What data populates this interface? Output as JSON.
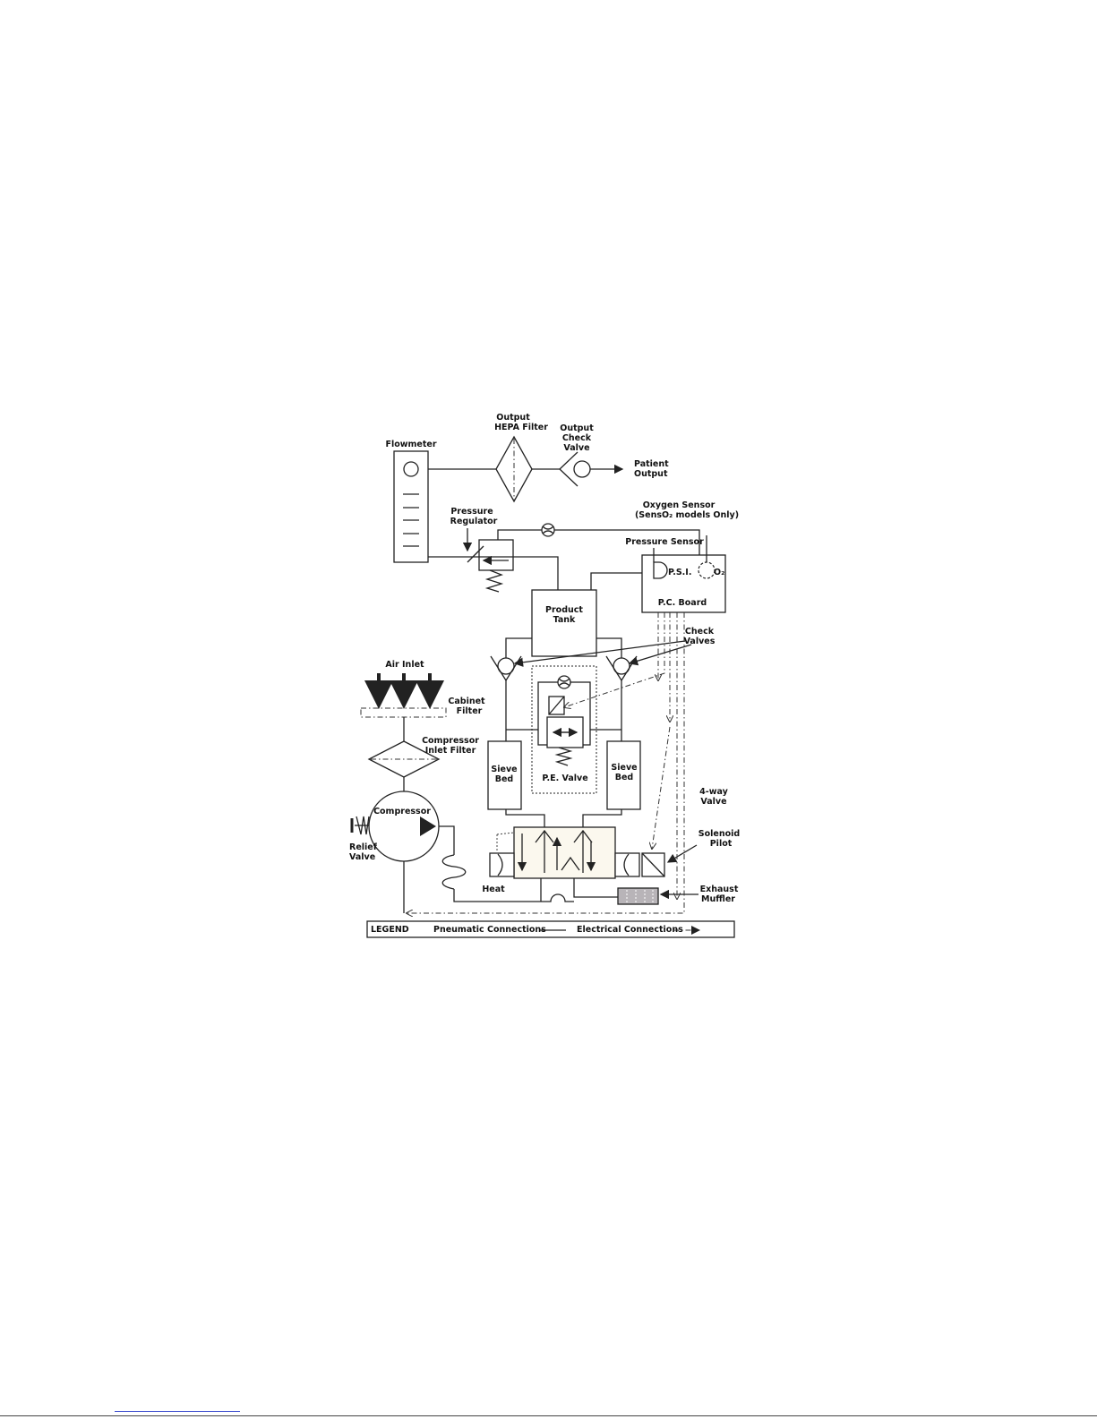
{
  "diagram": {
    "labels": {
      "output_hepa_1": "Output",
      "output_hepa_2": "HEPA Filter",
      "output_check_1": "Output",
      "output_check_2": "Check",
      "output_check_3": "Valve",
      "flowmeter": "Flowmeter",
      "patient_output_1": "Patient",
      "patient_output_2": "Output",
      "oxygen_sensor_1": "Oxygen Sensor",
      "oxygen_sensor_2": "(SensO₂ models Only)",
      "pressure_regulator_1": "Pressure",
      "pressure_regulator_2": "Regulator",
      "pressure_sensor": "Pressure Sensor",
      "psi": "P.S.I.",
      "o2": "O₂",
      "pc_board": "P.C. Board",
      "product_tank_1": "Product",
      "product_tank_2": "Tank",
      "check_valves_1": "Check",
      "check_valves_2": "Valves",
      "air_inlet": "Air Inlet",
      "cabinet_filter_1": "Cabinet",
      "cabinet_filter_2": "Filter",
      "compressor_inlet_1": "Compressor",
      "compressor_inlet_2": "Inlet Filter",
      "sieve_bed_left_1": "Sieve",
      "sieve_bed_left_2": "Bed",
      "sieve_bed_right_1": "Sieve",
      "sieve_bed_right_2": "Bed",
      "pe_valve": "P.E. Valve",
      "compressor": "Compressor",
      "four_way_1": "4-way",
      "four_way_2": "Valve",
      "relief_valve_1": "Relief",
      "relief_valve_2": "Valve",
      "solenoid_pilot_1": "Solenoid",
      "solenoid_pilot_2": "Pilot",
      "heat": "Heat",
      "exhaust_muffler_1": "Exhaust",
      "exhaust_muffler_2": "Muffler"
    },
    "legend": {
      "title": "LEGEND",
      "pneumatic": "Pneumatic Connections",
      "electrical": "Electrical Connections"
    },
    "colors": {
      "line": "#222222",
      "valve_fill": "#fbf8ee",
      "muffler_fill": "#b8b4b8"
    }
  }
}
